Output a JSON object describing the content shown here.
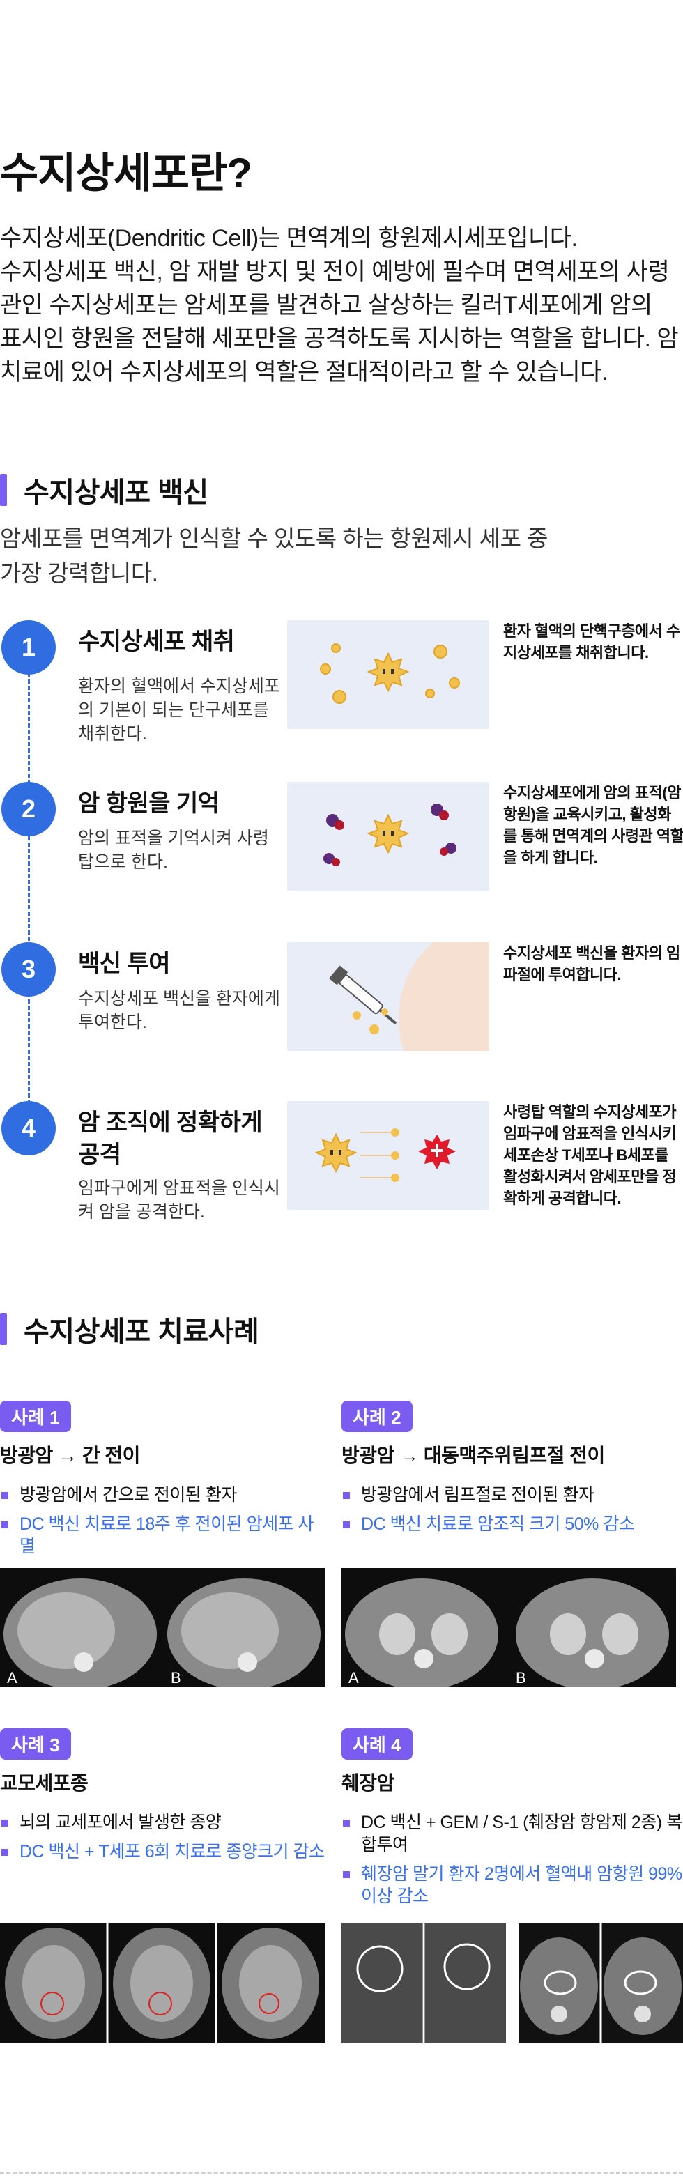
{
  "intro": {
    "title": "수지상세포란?",
    "paragraph_1": "수지상세포(Dendritic Cell)는 면역계의 항원제시세포입니다.",
    "paragraph_2": "수지상세포 백신, 암 재발 방지 및 전이 예방에 필수며 면역세포의 사령관인 수지상세포는 암세포를 발견하고 살상하는 킬러T세포에게 암의 표시인 항원을 전달해 세포만을 공격하도록 지시하는 역할을 합니다. 암치료에 있어 수지상세포의 역할은 절대적이라고 할 수 있습니다."
  },
  "vaccine": {
    "title": "수지상세포 백신",
    "desc_line_1": "암세포를 면역계가 인식할 수 있도록 하는 항원제시 세포 중",
    "desc_line_2": "가장 강력합니다.",
    "steps": [
      {
        "num": "1",
        "title": "수지상세포 채취",
        "desc": "환자의 혈액에서 수지상세포의 기본이 되는 단구세포를 채취한다.",
        "note": "환자 혈액의 단핵구층에서 수지상세포를 채취합니다."
      },
      {
        "num": "2",
        "title": "암 항원을 기억",
        "desc": "암의 표적을 기억시켜 사령탑으로 한다.",
        "note": "수지상세포에게 암의 표적(암 항원)을 교육시키고, 활성화를 통해 면역계의 사령관 역할을 하게 합니다."
      },
      {
        "num": "3",
        "title": "백신 투여",
        "desc": "수지상세포 백신을 환자에게 투여한다.",
        "note": "수지상세포 백신을 환자의 임파절에 투여합니다."
      },
      {
        "num": "4",
        "title": "암 조직에 정확하게 공격",
        "desc": "임파구에게 암표적을 인식시켜 암을 공격한다.",
        "note": "사령탑 역할의 수지상세포가 임파구에 암표적을 인식시키 세포손상 T세포나 B세포를 활성화시켜서 암세포만을 정확하게 공격합니다."
      }
    ]
  },
  "cases": {
    "title": "수지상세포 치료사례",
    "items": [
      {
        "badge": "사례 1",
        "title": "방광암 → 간 전이",
        "bullets": [
          "방광암에서 간으로 전이된 환자"
        ],
        "highlights": [
          "DC 백신 치료로 18주 후 전이된 암세포 사멸"
        ],
        "scan_labels": [
          "A",
          "B"
        ]
      },
      {
        "badge": "사례 2",
        "title": "방광암 → 대동맥주위림프절 전이",
        "bullets": [
          "방광암에서 림프절로 전이된 환자"
        ],
        "highlights": [
          "DC 백신 치료로 암조직 크기 50% 감소"
        ],
        "scan_labels": [
          "A",
          "B"
        ]
      },
      {
        "badge": "사례 3",
        "title": "교모세포종",
        "bullets": [
          "뇌의 교세포에서 발생한 종양"
        ],
        "highlights": [
          "DC 백신 + T세포 6회 치료로 종양크기 감소"
        ],
        "scan_labels": []
      },
      {
        "badge": "사례 4",
        "title": "췌장암",
        "bullets": [
          "DC 백신 + GEM / S-1 (췌장암 항암제 2종) 복합투여"
        ],
        "highlights": [
          "췌장암 말기 환자 2명에서 혈액내 암항원 99%이상 감소"
        ],
        "scan_labels": []
      }
    ]
  },
  "colors": {
    "accent": "#7b5cf0",
    "step_blue": "#2f6de0",
    "highlight": "#3a6ff0"
  }
}
